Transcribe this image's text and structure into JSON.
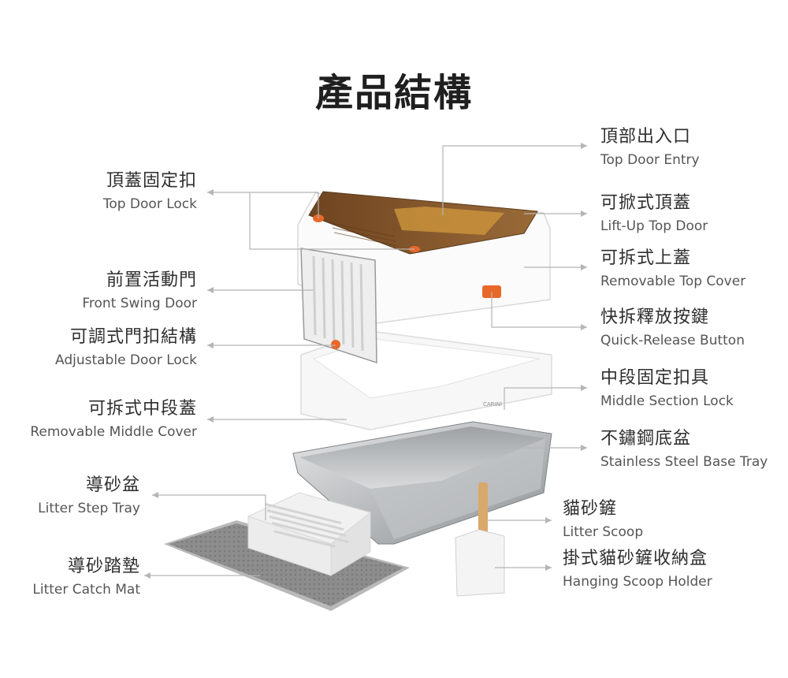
{
  "title": "產品結構",
  "labels": {
    "top_door_lock": {
      "zh": "頂蓋固定扣",
      "en": "Top Door Lock"
    },
    "front_swing_door": {
      "zh": "前置活動門",
      "en": "Front Swing Door"
    },
    "adjustable_door_lock": {
      "zh": "可調式門扣結構",
      "en": "Adjustable Door Lock"
    },
    "removable_middle_cover": {
      "zh": "可拆式中段蓋",
      "en": "Removable Middle Cover"
    },
    "litter_step_tray": {
      "zh": "導砂盆",
      "en": "Litter Step Tray"
    },
    "litter_catch_mat": {
      "zh": "導砂踏墊",
      "en": "Litter Catch Mat"
    },
    "top_door_entry": {
      "zh": "頂部出入口",
      "en": "Top Door Entry"
    },
    "lift_up_top_door": {
      "zh": "可掀式頂蓋",
      "en": "Lift-Up Top Door"
    },
    "removable_top_cover": {
      "zh": "可拆式上蓋",
      "en": "Removable Top Cover"
    },
    "quick_release_button": {
      "zh": "快拆釋放按鍵",
      "en": "Quick-Release Button"
    },
    "middle_section_lock": {
      "zh": "中段固定扣具",
      "en": "Middle Section Lock"
    },
    "stainless_steel_base_tray": {
      "zh": "不鏽鋼底盆",
      "en": "Stainless Steel Base Tray"
    },
    "litter_scoop": {
      "zh": "貓砂鏟",
      "en": "Litter Scoop"
    },
    "hanging_scoop_holder": {
      "zh": "掛式貓砂鏟收納盒",
      "en": "Hanging Scoop Holder"
    }
  },
  "brand_mark": "CARINI",
  "colors": {
    "lid_brown": "#8a5a2b",
    "lock_orange": "#e8682a",
    "leader_line": "#b5b5b5",
    "steel": "#c9cbcc",
    "mat_grey": "#8e8e8e"
  }
}
